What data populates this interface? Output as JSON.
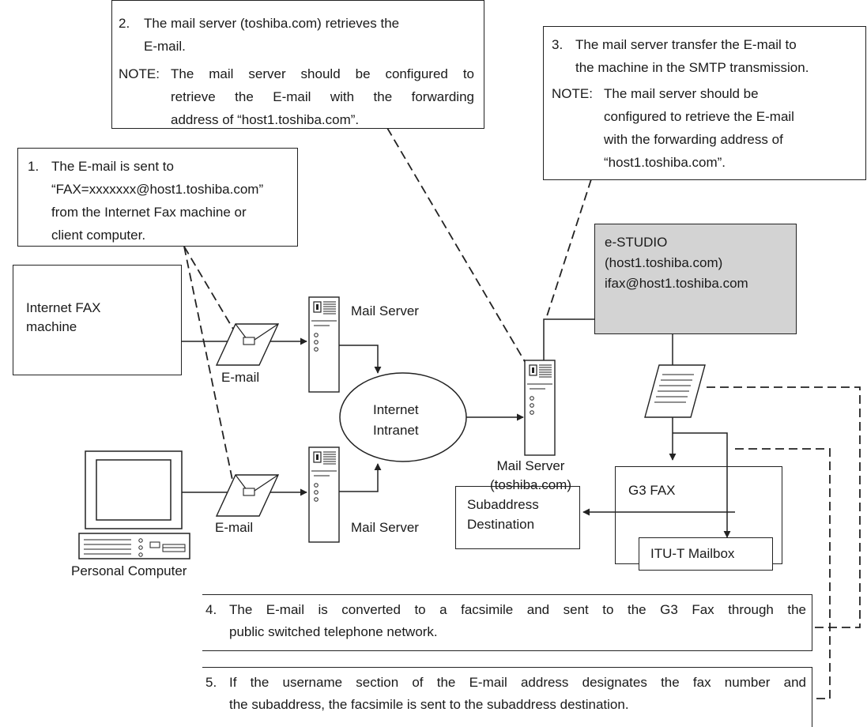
{
  "callouts": {
    "step1": {
      "number": "1.",
      "lines": [
        "The E-mail is sent to",
        "“FAX=xxxxxxx@host1.toshiba.com”",
        "from the Internet Fax machine or",
        "client computer."
      ]
    },
    "step2": {
      "number": "2.",
      "lines": [
        "The mail server (toshiba.com) retrieves the",
        "E-mail."
      ],
      "note_label": "NOTE:",
      "note_lines": [
        "The mail server should be configured to",
        "retrieve the E-mail with the forwarding",
        "address of “host1.toshiba.com”."
      ]
    },
    "step3": {
      "number": "3.",
      "lines": [
        "The mail server transfer the E-mail to",
        "the machine in the SMTP transmission."
      ],
      "note_label": "NOTE:",
      "note_lines": [
        "The mail server should be",
        "configured to retrieve the E-mail",
        "with the forwarding address of",
        "“host1.toshiba.com”."
      ]
    },
    "step4": {
      "number": "4.",
      "lines": [
        "The E-mail is converted to a facsimile and sent to the G3 Fax through the",
        "public switched telephone network."
      ]
    },
    "step5": {
      "number": "5.",
      "lines": [
        "If the username section of the E-mail address designates the fax number and",
        "the subaddress, the facsimile is sent to the subaddress destination."
      ]
    }
  },
  "nodes": {
    "internet_fax": [
      "Internet FAX",
      "machine"
    ],
    "personal_computer": "Personal Computer",
    "email_top": "E-mail",
    "email_bottom": "E-mail",
    "mail_server_top": "Mail Server",
    "mail_server_bottom": "Mail Server",
    "internet": [
      "Internet",
      "Intranet"
    ],
    "mail_server_toshiba": [
      "Mail Server",
      "(toshiba.com)"
    ],
    "estudio": [
      "e-STUDIO",
      "(host1.toshiba.com)",
      "ifax@host1.toshiba.com"
    ],
    "g3_fax": "G3 FAX",
    "itu_mailbox": "ITU-T Mailbox",
    "subaddress": [
      "Subaddress",
      "Destination"
    ]
  },
  "colors": {
    "estudio_fill": "#d3d3d3",
    "line": "#222222"
  }
}
